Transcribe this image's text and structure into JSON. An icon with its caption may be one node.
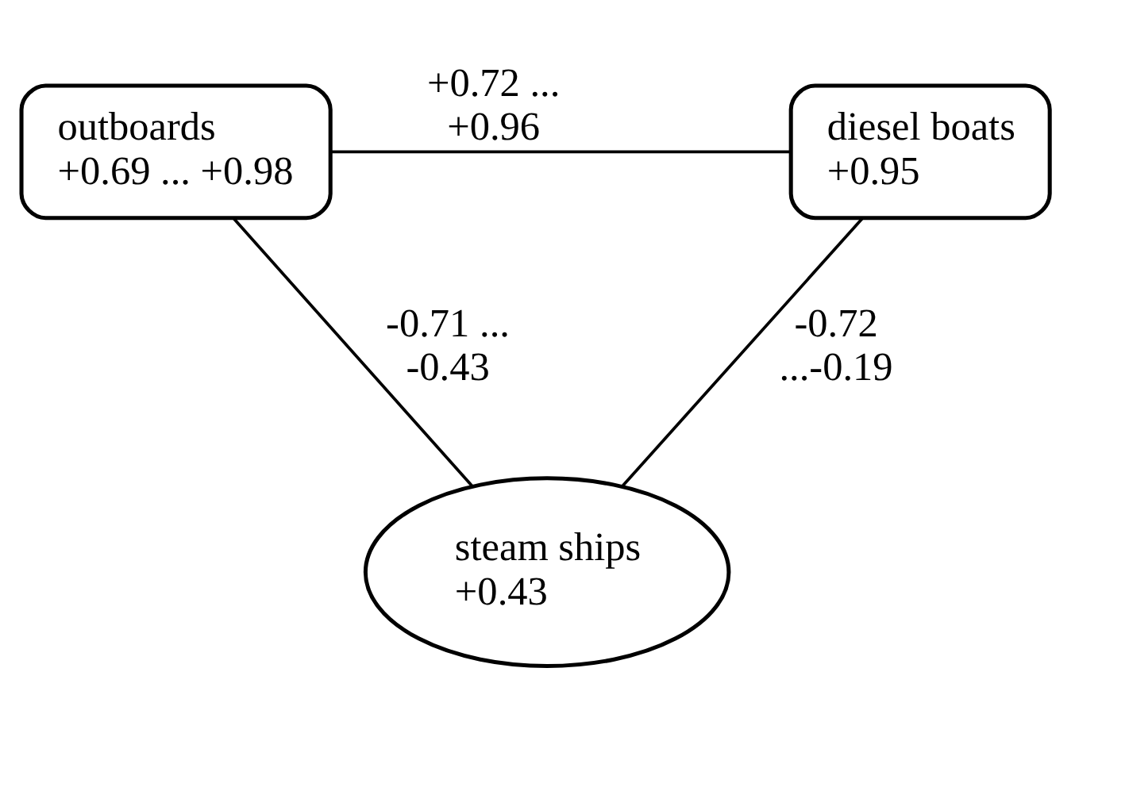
{
  "diagram": {
    "nodes": [
      {
        "text": [
          "outboards",
          "+0.69 ... +0.98"
        ]
      },
      {
        "text": [
          "diesel boats",
          "+0.95"
        ]
      },
      {
        "text": [
          "steam ships",
          "+0.43"
        ]
      }
    ],
    "edges": [
      {
        "from": 0,
        "to": 1,
        "arrow": "none",
        "label": "+0.72 ... +0.96"
      },
      {
        "from": 0,
        "to": 2,
        "arrow": "none",
        "label": "-0.71 ... -0.43"
      },
      {
        "from": 1,
        "to": 2,
        "arrow": "none",
        "label": "-0.72 ...-0.19"
      }
    ]
  }
}
